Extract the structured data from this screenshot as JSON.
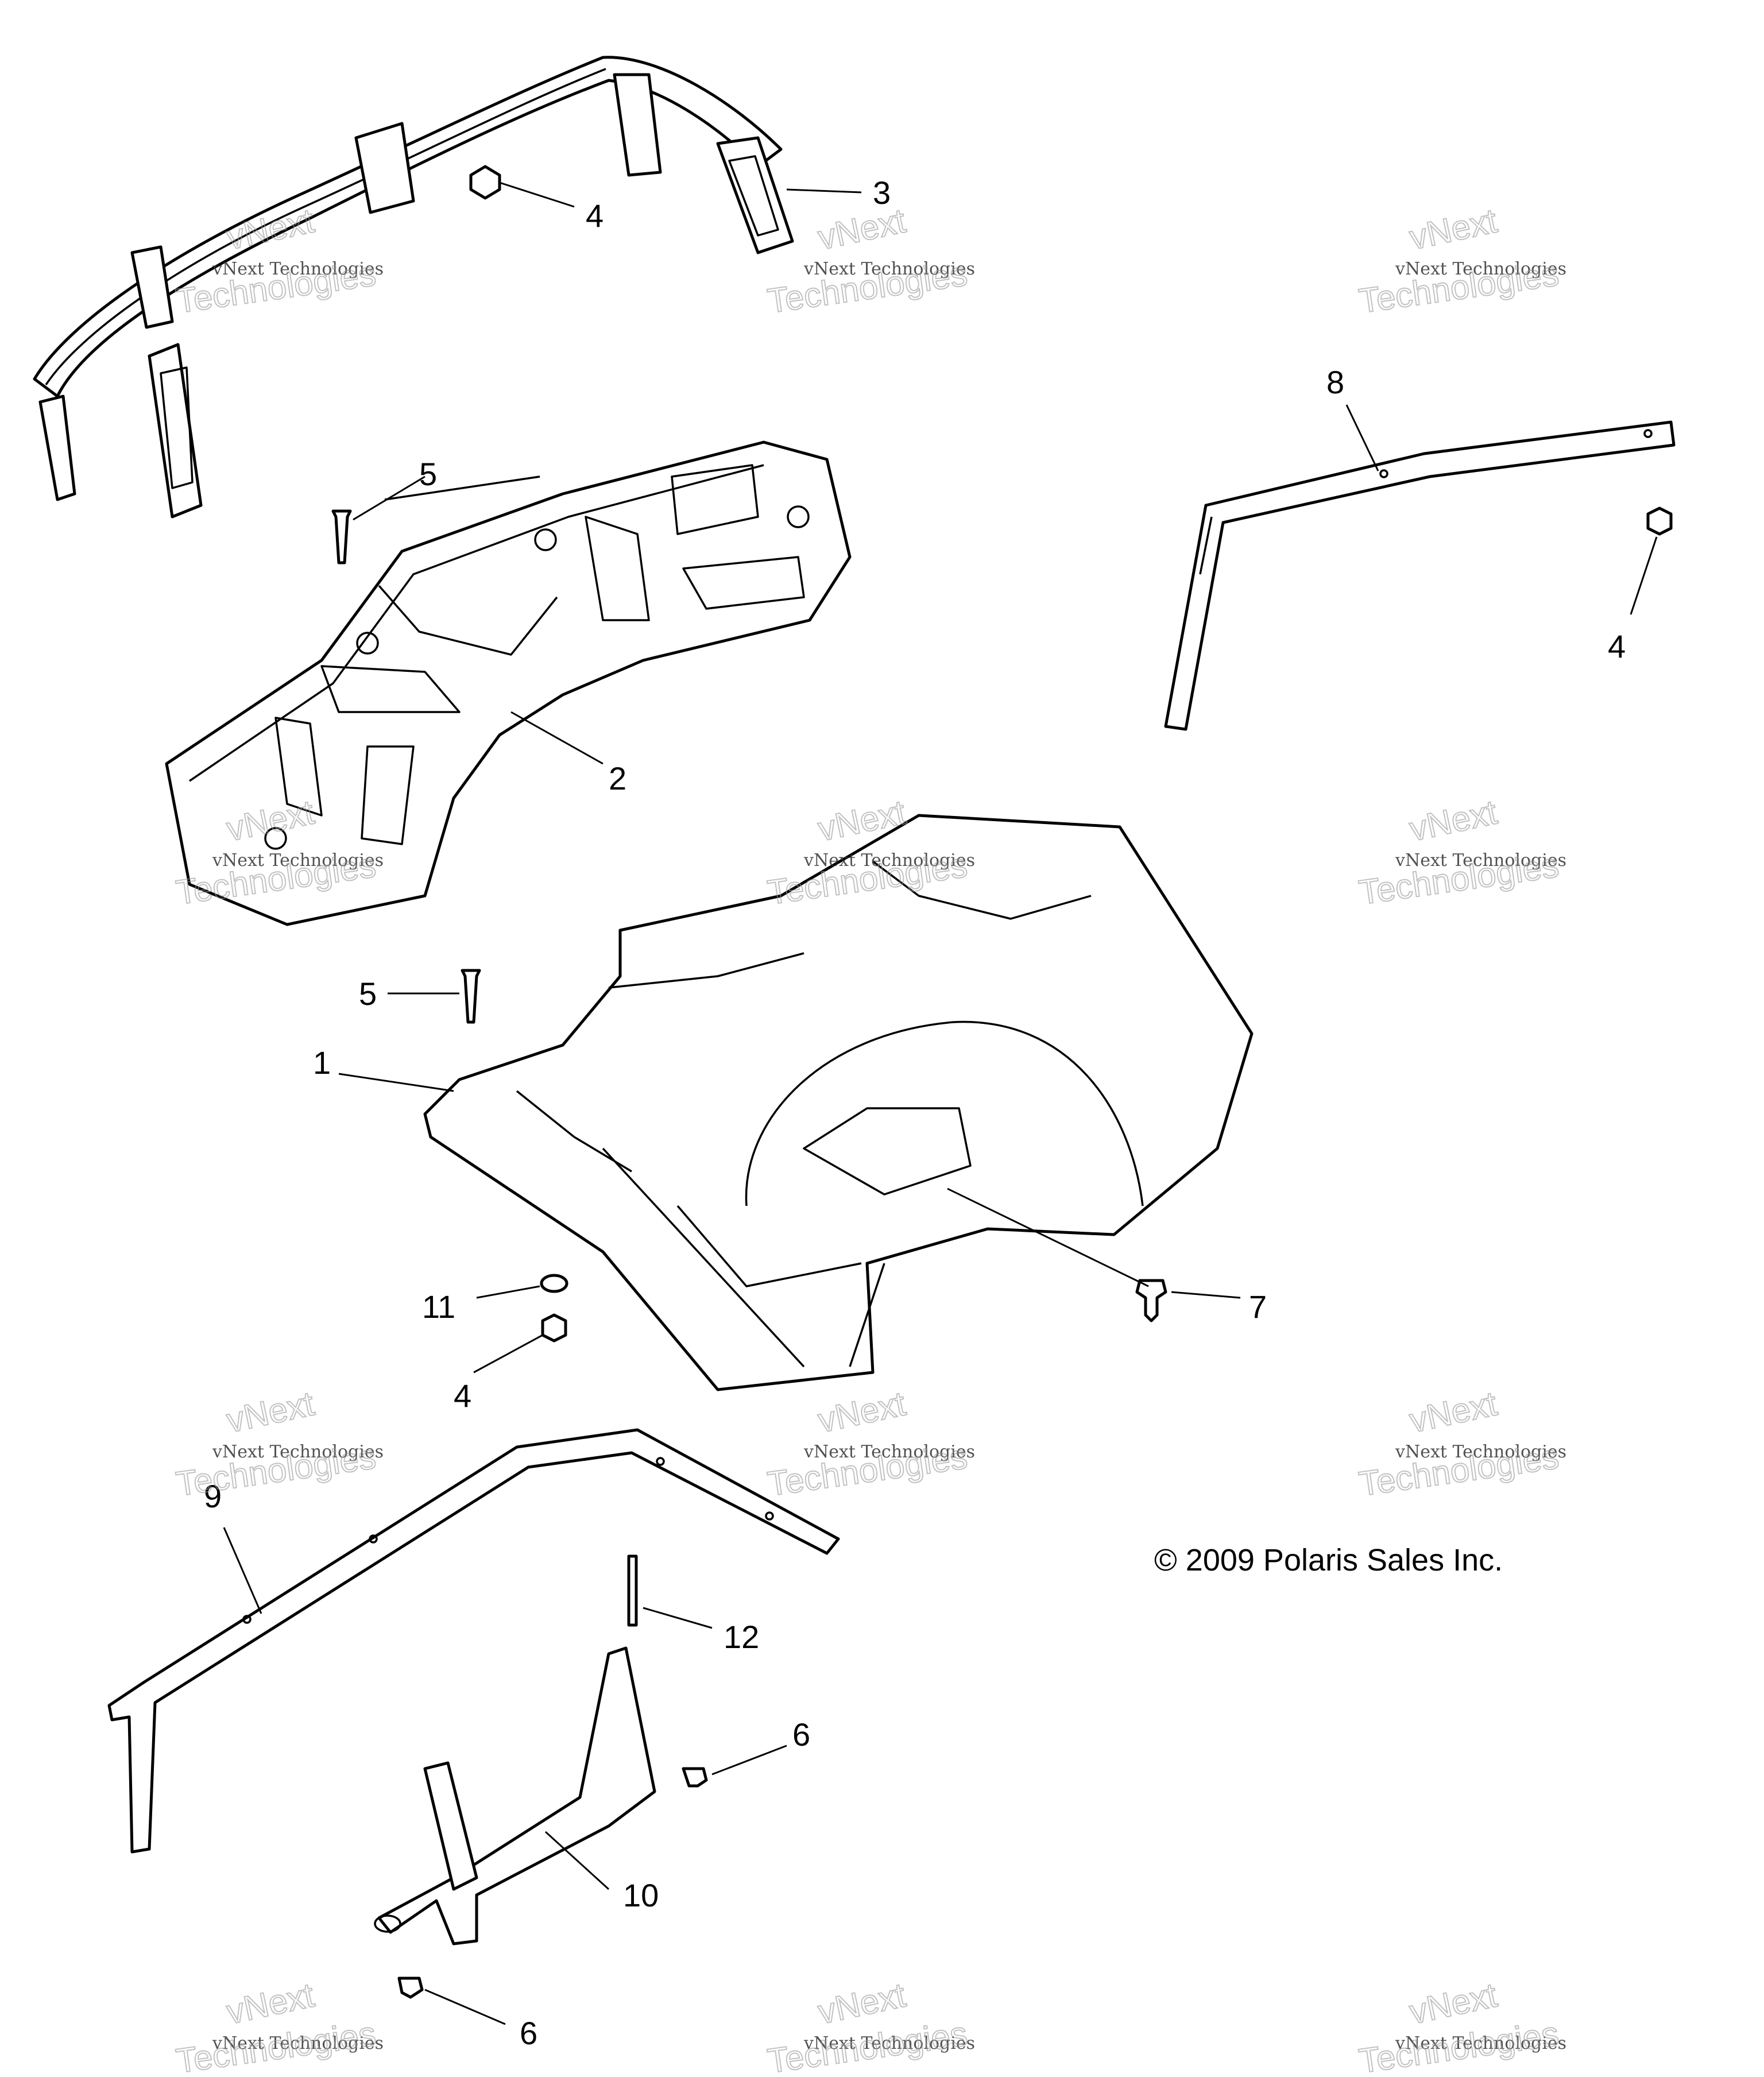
{
  "diagram": {
    "copyright": "© 2009 Polaris Sales Inc.",
    "watermark": {
      "brand_small": "vNext Technologies",
      "brand_big_top": "vNext",
      "brand_big_bottom": "Technologies"
    },
    "callouts": {
      "rack_front": "3",
      "nut_top": "4",
      "rack_panel": "2",
      "screw_upper": "5",
      "rear_rack_bar": "8",
      "nut_right": "4",
      "screw_lower": "5",
      "rear_fender": "1",
      "washer": "11",
      "nut_lower": "4",
      "push_rivet": "7",
      "bumper_tube": "9",
      "pin": "12",
      "bolt_right": "6",
      "bracket": "10",
      "bolt_bottom": "6"
    }
  }
}
